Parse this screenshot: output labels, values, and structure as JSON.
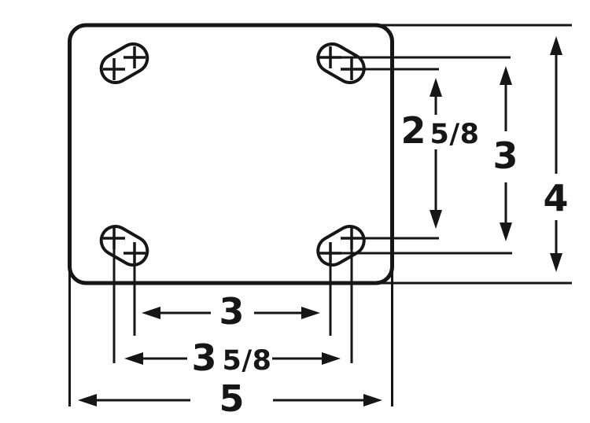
{
  "diagram": {
    "type": "technical-dimension-drawing",
    "subject": "caster top plate with four slotted bolt holes",
    "background": "#ffffff",
    "line_color": "#161616",
    "labels": {
      "plate_width": "5",
      "plate_height": "4",
      "bolt_span_x_inner": "3",
      "bolt_span_x_outer_whole": "3",
      "bolt_span_x_outer_frac": "5/8",
      "bolt_span_y_inner": "3",
      "bolt_span_y_outer_whole": "2",
      "bolt_span_y_outer_frac": "5/8"
    }
  }
}
